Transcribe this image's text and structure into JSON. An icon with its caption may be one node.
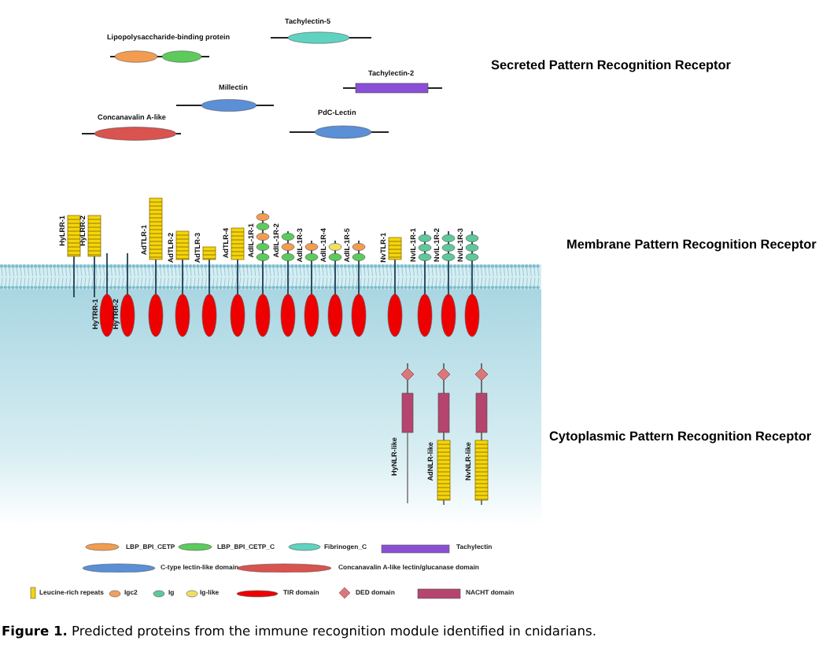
{
  "diagram": {
    "caption": "**Figure 1.** Predicted proteins from the immune recognition module identified in cnidarians.",
    "nodes": [
      {
        "text": [
          "Tachylectin-5"
        ]
      },
      {
        "text": [
          "Lipopolysaccharide-binding protein"
        ]
      },
      {
        "text": [
          "Tachylectin-2"
        ]
      },
      {
        "text": [
          "Millectin"
        ]
      },
      {
        "text": [
          "PdC-Lectin"
        ]
      },
      {
        "text": [
          "Concanavalin A-like"
        ]
      },
      {
        "text": [
          "HyLRR-1"
        ]
      },
      {
        "text": [
          "HyLRR-2"
        ]
      },
      {
        "text": [
          "HyTRR-1"
        ]
      },
      {
        "text": [
          "HyTRR-2"
        ]
      },
      {
        "text": [
          "AdTLR-1"
        ]
      },
      {
        "text": [
          "AdTLR-2"
        ]
      },
      {
        "text": [
          "AdTLR-3"
        ]
      },
      {
        "text": [
          "AdTLR-4"
        ]
      },
      {
        "text": [
          "AdIL-1R-1"
        ]
      },
      {
        "text": [
          "AdIL-1R-2"
        ]
      },
      {
        "text": [
          "AdIL-1R-3"
        ]
      },
      {
        "text": [
          "AdIL-1R-4"
        ]
      },
      {
        "text": [
          "AdIL-1R-5"
        ]
      },
      {
        "text": [
          "NvTLR-1"
        ]
      },
      {
        "text": [
          "NvIL-1R-1"
        ]
      },
      {
        "text": [
          "NvIL-1R-2"
        ]
      },
      {
        "text": [
          "NvIL-1R-3"
        ]
      },
      {
        "text": [
          "HyNLR-like"
        ]
      },
      {
        "text": [
          "AdNLR-like"
        ]
      },
      {
        "text": [
          "NvNLR-like"
        ]
      }
    ],
    "labels": [
      "Secreted Pattern Recognition Receptor",
      "Membrane Pattern Recognition Receptor",
      "Cytoplasmic Pattern Recognition Receptor"
    ],
    "legend": [
      {
        "text": "LBP_BPI_CETP",
        "color": "#f39c4f"
      },
      {
        "text": "LBP_BPI_CETP_C",
        "color": "#5ccb5c"
      },
      {
        "text": "Fibrinogen_C",
        "color": "#5fd3c0"
      },
      {
        "text": "Tachylectin",
        "color": "#8b4fd6"
      },
      {
        "text": "C-type lectin-like domain",
        "color": "#5b8fd6"
      },
      {
        "text": "Concanavalin A-like lectin/glucanase domain",
        "color": "#d9534f"
      },
      {
        "text": "Leucine-rich repeats",
        "color": "#f5d50a"
      },
      {
        "text": "Igc2",
        "color": "#f0a060"
      },
      {
        "text": "Ig",
        "color": "#5fc89a"
      },
      {
        "text": "Ig-like",
        "color": "#f0e060"
      },
      {
        "text": "TIR domain",
        "color": "#ee0000"
      },
      {
        "text": "DED domain",
        "color": "#d9777a"
      },
      {
        "text": "NACHT domain",
        "color": "#b5456e"
      }
    ]
  }
}
